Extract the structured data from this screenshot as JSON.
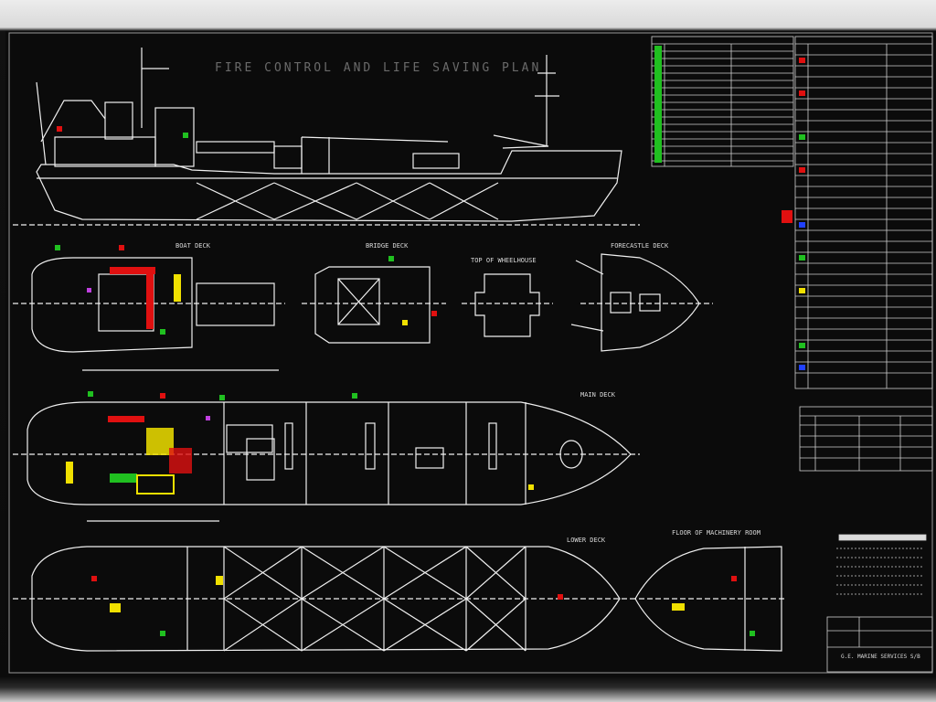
{
  "drawing": {
    "title": "FIRE CONTROL AND LIFE SAVING PLAN",
    "colors": {
      "line": "#f2f2f2",
      "background": "#0b0b0b",
      "green": "#20c020",
      "red": "#e01010",
      "yellow": "#f0e000",
      "magenta": "#c040e0",
      "blue": "#2040ff"
    },
    "views": {
      "boat_deck": "BOAT DECK",
      "bridge_deck": "BRIDGE DECK",
      "top_of_wheelhouse": "TOP OF WHEELHOUSE",
      "forecastle_deck": "FORECASTLE DECK",
      "main_deck": "MAIN DECK",
      "lower_deck": "LOWER DECK",
      "floor_of_machinery_room": "FLOOR OF MACHINERY ROOM"
    },
    "title_block": {
      "company": "G.E. MARINE SERVICES S/B"
    }
  }
}
